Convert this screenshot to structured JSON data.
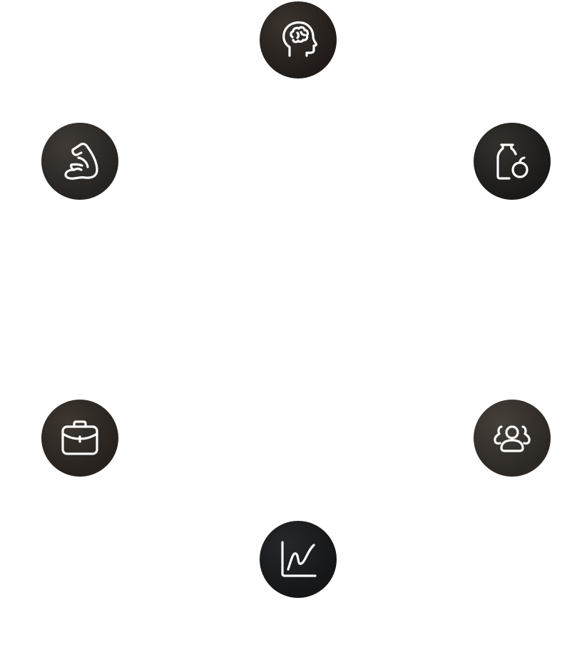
{
  "ring": {
    "nodes": [
      {
        "key": "mind",
        "icon": "brain-head-icon",
        "background": "#2a2420"
      },
      {
        "key": "nutrition",
        "icon": "bottle-apple-icon",
        "background": "#242220"
      },
      {
        "key": "social",
        "icon": "group-people-icon",
        "background": "#35312d"
      },
      {
        "key": "finance",
        "icon": "chart-growth-icon",
        "background": "#1b1c1e"
      },
      {
        "key": "career",
        "icon": "briefcase-icon",
        "background": "#2f2a26"
      },
      {
        "key": "fitness",
        "icon": "flexed-arm-icon",
        "background": "#302c29"
      }
    ],
    "icon_color": "#ffffff"
  }
}
